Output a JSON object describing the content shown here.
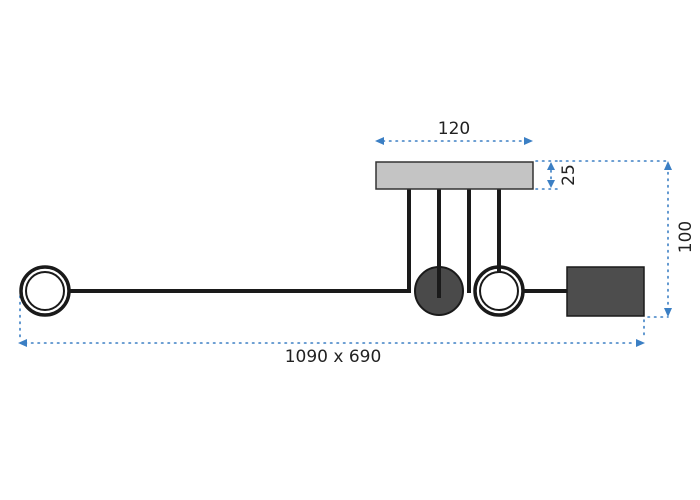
{
  "dimensions": {
    "canopy_width": "120",
    "canopy_height": "25",
    "total_height": "100",
    "overall_size": "1090 x 690"
  },
  "colors": {
    "wire": "#1a1a1a",
    "canopy_fill": "#c4c4c4",
    "canopy_stroke": "#333333",
    "dark_shade": "#4a4a4a",
    "box_fill": "#4d4d4d",
    "ring_fill": "#ffffff",
    "dimension_line": "#3b7fc4"
  }
}
